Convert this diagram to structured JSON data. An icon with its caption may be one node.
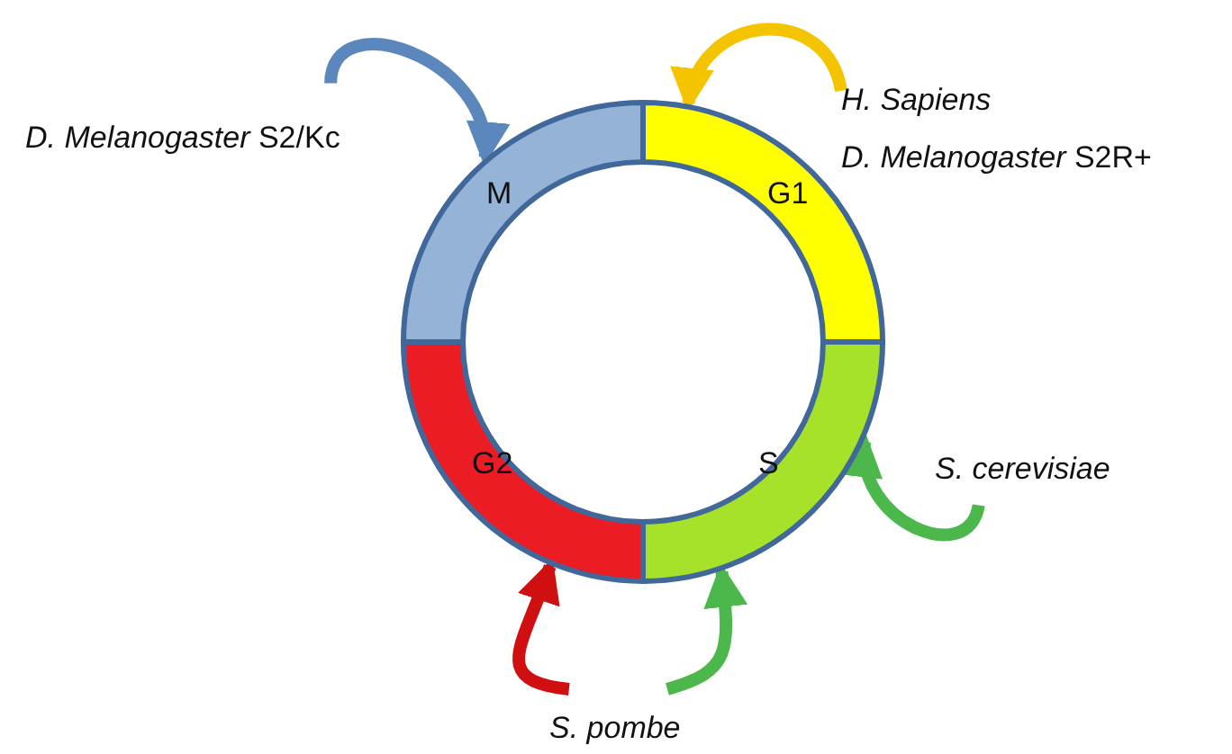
{
  "diagram": {
    "nodes": [
      {
        "text": [
          "*D. Melanogaster* S2/Kc"
        ]
      },
      {
        "text": [
          "M"
        ]
      },
      {
        "text": [
          "G1"
        ]
      },
      {
        "text": [
          "H. Sapiens",
          "*D. Melanogaster* S2R+"
        ]
      },
      {
        "text": [
          "G2"
        ]
      },
      {
        "text": [
          "S"
        ]
      },
      {
        "text": [
          "S. cerevisiae"
        ]
      },
      {
        "text": [
          "S. pombe"
        ]
      }
    ],
    "edges": [
      {
        "from": 0,
        "to": 1,
        "arrow": "to",
        "color": "#5b87bd"
      },
      {
        "from": 3,
        "to": 2,
        "arrow": "to",
        "color": "#f5c400"
      },
      {
        "from": 6,
        "to": 5,
        "arrow": "to",
        "color": "#4cb84c"
      },
      {
        "from": 7,
        "to": 4,
        "arrow": "to",
        "color": "#d01010"
      },
      {
        "from": 7,
        "to": 5,
        "arrow": "to",
        "color": "#4cb84c"
      }
    ]
  }
}
